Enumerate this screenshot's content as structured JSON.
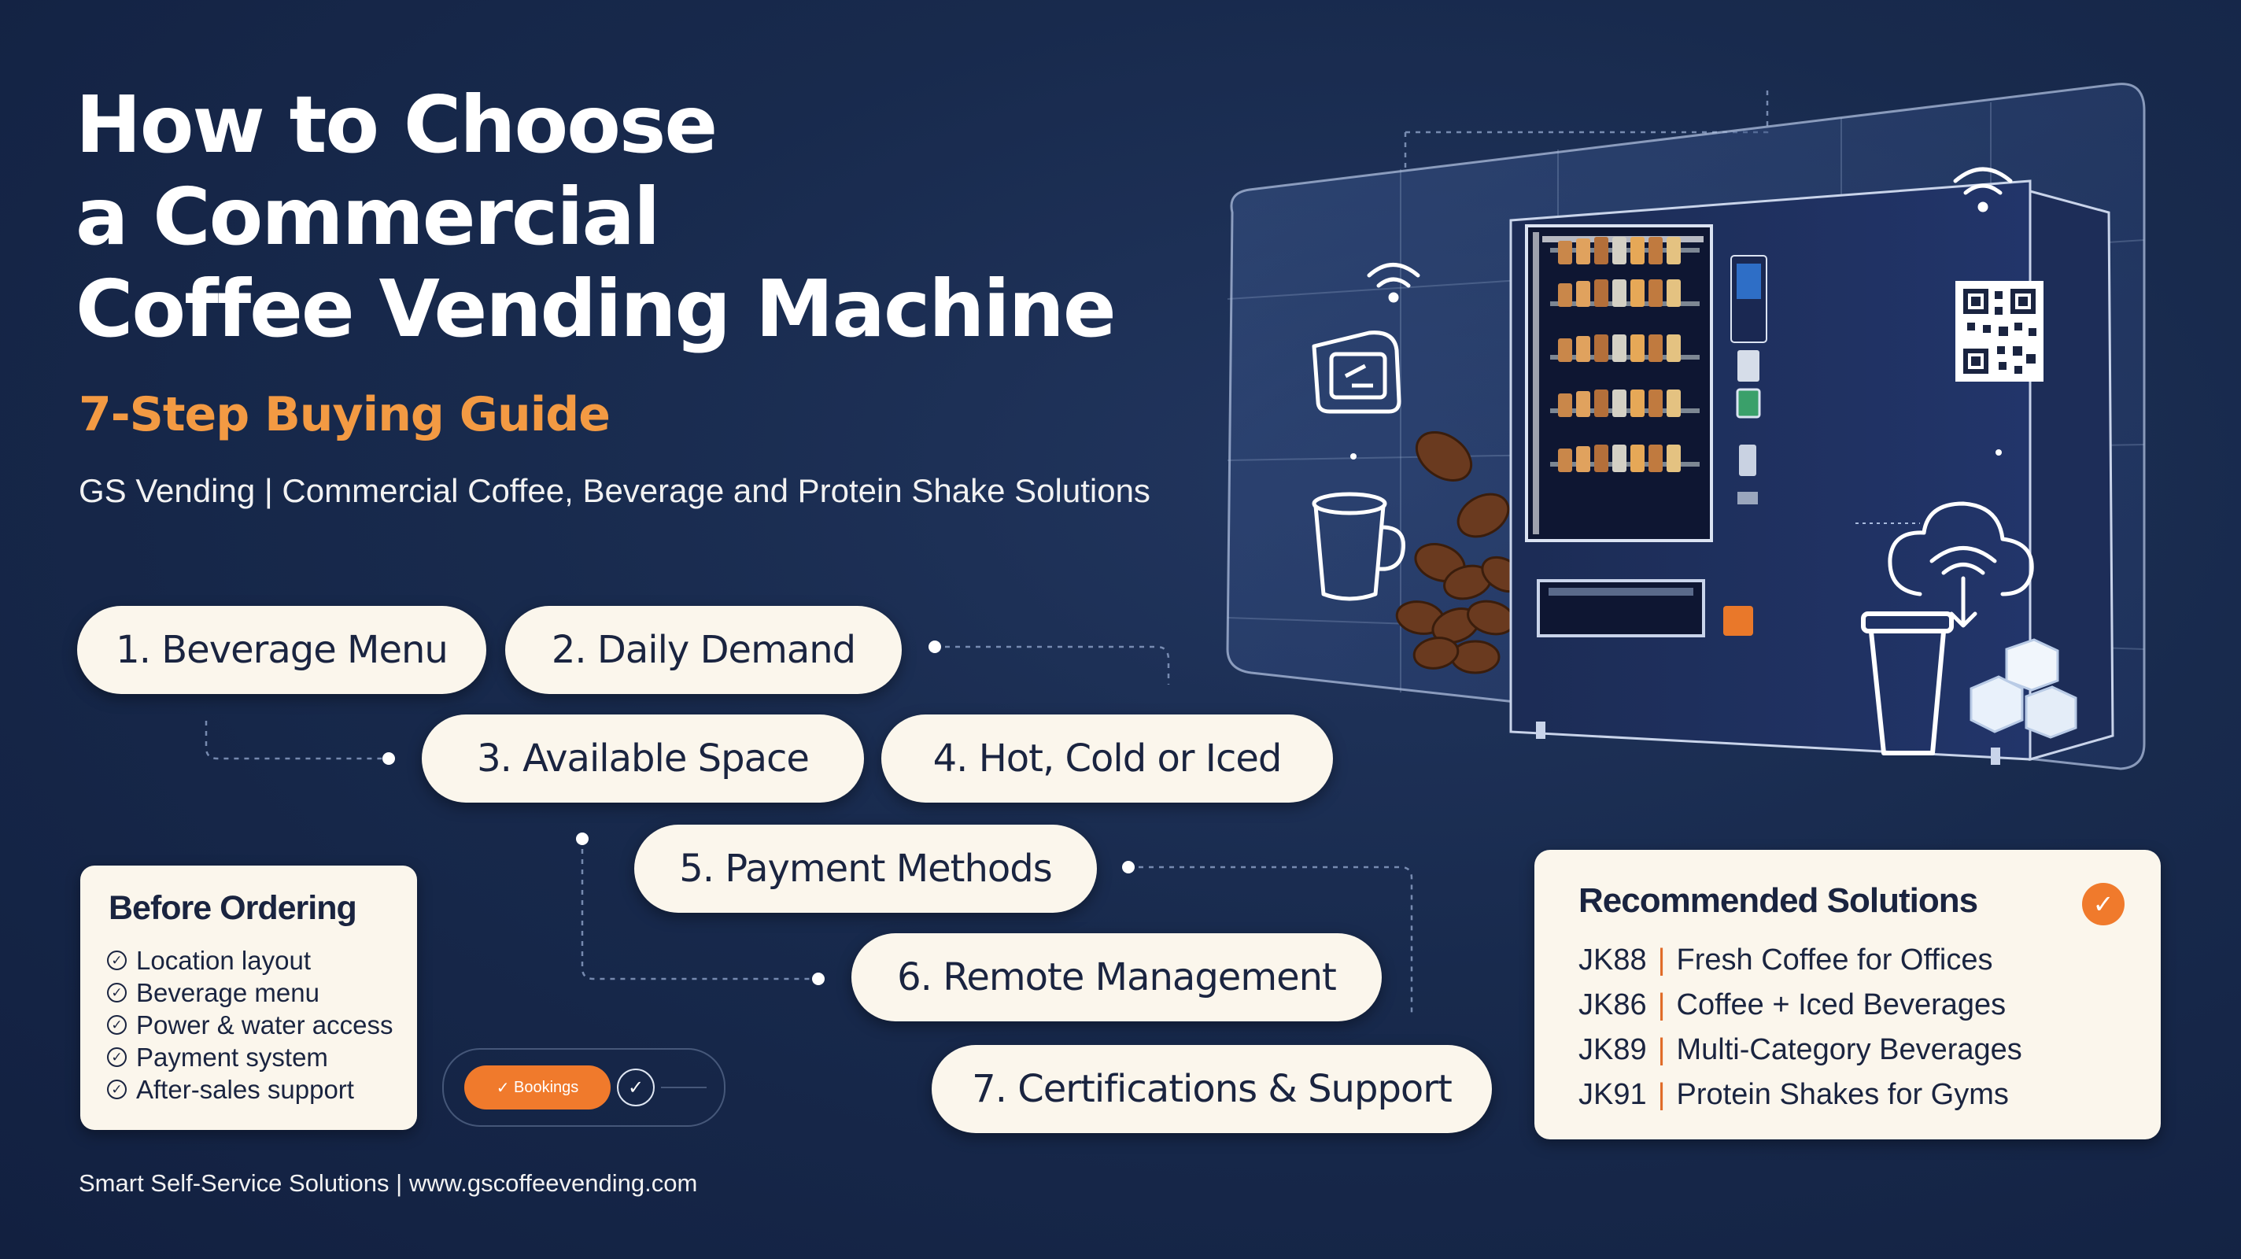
{
  "header": {
    "title_lines": [
      "How to Choose",
      "a Commercial",
      "Coffee Vending Machine"
    ],
    "subtitle": "7-Step Buying Guide",
    "tagline": "GS Vending | Commercial Coffee, Beverage and Protein Shake Solutions"
  },
  "steps": [
    {
      "label": "1. Beverage Menu"
    },
    {
      "label": "2. Daily Demand"
    },
    {
      "label": "3. Available Space"
    },
    {
      "label": "4. Hot, Cold or Iced"
    },
    {
      "label": "5. Payment Methods"
    },
    {
      "label": "6. Remote Management"
    },
    {
      "label": "7. Certifications & Support"
    }
  ],
  "before_ordering": {
    "title": "Before Ordering",
    "items": [
      "Location layout",
      "Beverage menu",
      "Power & water access",
      "Payment system",
      "After-sales support"
    ]
  },
  "toggle": {
    "button_label": "Bookings"
  },
  "recommended": {
    "title": "Recommended Solutions",
    "items": [
      {
        "model": "JK88",
        "description": "Fresh Coffee for Offices"
      },
      {
        "model": "JK86",
        "description": "Coffee + Iced Beverages"
      },
      {
        "model": "JK89",
        "description": "Multi-Category Beverages"
      },
      {
        "model": "JK91",
        "description": "Protein Shakes for Gyms"
      }
    ]
  },
  "footer": "Smart Self-Service Solutions | www.gscoffeevending.com",
  "colors": {
    "background": "#182a4d",
    "accent": "#f39a43",
    "card": "#fbf6ec",
    "pill_text": "#1a2440",
    "check": "#f07a2c"
  },
  "icons": [
    "wifi-icon",
    "pos-terminal-icon",
    "coffee-cup-icon",
    "coffee-beans-icon",
    "qr-code-icon",
    "cloud-wifi-icon",
    "iced-cup-icon",
    "ice-cubes-icon",
    "vending-machine-illustration"
  ]
}
